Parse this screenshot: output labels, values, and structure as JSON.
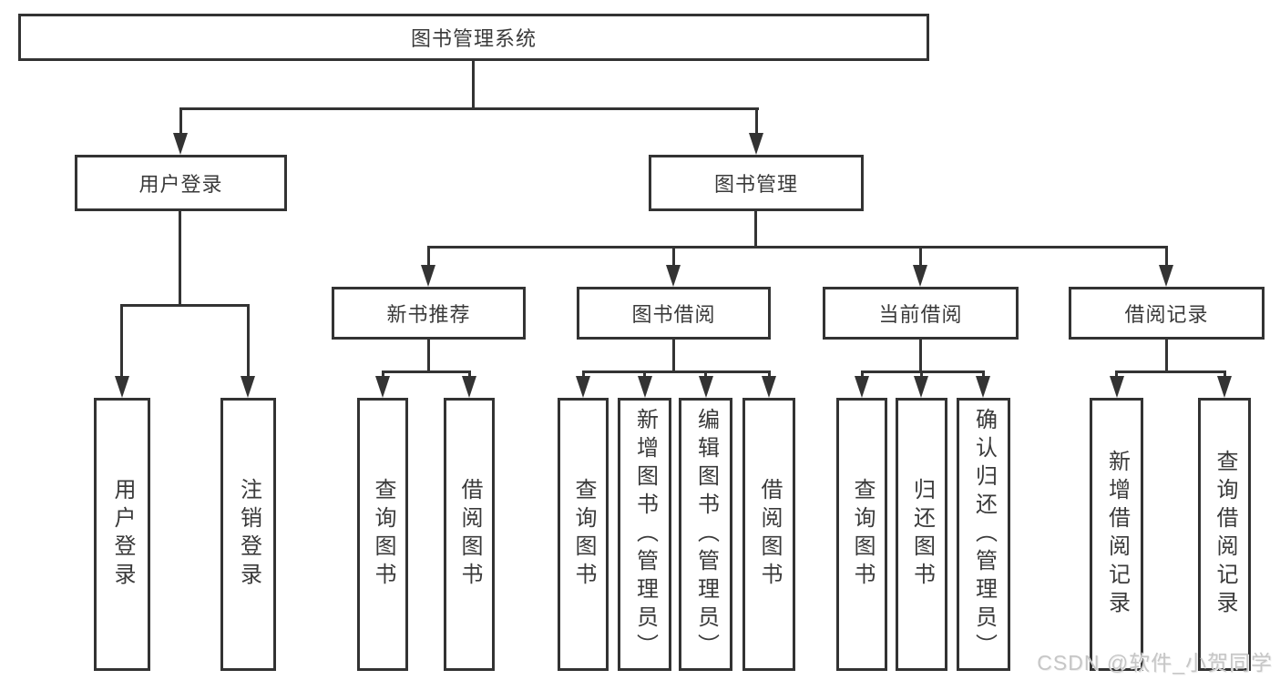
{
  "tree": {
    "root": {
      "label": "图书管理系统"
    },
    "branches": [
      {
        "label": "用户登录",
        "children": [
          {
            "label": "用户登录"
          },
          {
            "label": "注销登录"
          }
        ]
      },
      {
        "label": "图书管理",
        "children": [
          {
            "label": "新书推荐",
            "children": [
              {
                "label": "查询图书"
              },
              {
                "label": "借阅图书"
              }
            ]
          },
          {
            "label": "图书借阅",
            "children": [
              {
                "label": "查询图书"
              },
              {
                "label": "新增图书（管理员）"
              },
              {
                "label": "编辑图书（管理员）"
              },
              {
                "label": "借阅图书"
              }
            ]
          },
          {
            "label": "当前借阅",
            "children": [
              {
                "label": "查询图书"
              },
              {
                "label": "归还图书"
              },
              {
                "label": "确认归还（管理员）"
              }
            ]
          },
          {
            "label": "借阅记录",
            "children": [
              {
                "label": "新增借阅记录"
              },
              {
                "label": "查询借阅记录"
              }
            ]
          }
        ]
      }
    ]
  },
  "watermark": {
    "text": "CSDN @软件_小贺同学"
  },
  "colors": {
    "line": "#333333",
    "text": "#3a3a3a",
    "background": "#ffffff",
    "watermark": "#c6c6c6"
  }
}
